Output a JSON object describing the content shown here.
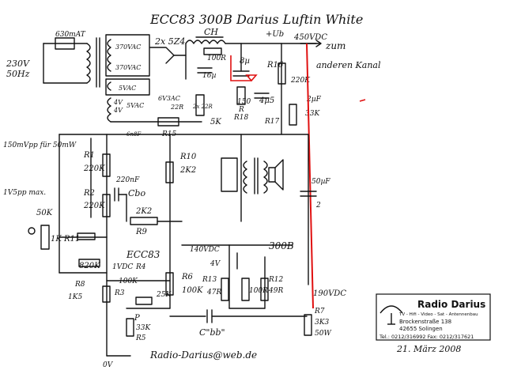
{
  "header": {
    "title": "ECC83  300B  Darius Luftin White"
  },
  "power": {
    "fuse": "630mAT",
    "mains_v": "230V",
    "mains_hz": "50Hz",
    "rectifier": "2x 5Z4",
    "choke": "CH",
    "tap_370a": "370VAC",
    "tap_370b": "370VAC",
    "tap_5v": "5VAC",
    "tap_4a": "4V",
    "tap_4b": "4V",
    "tap_5vac_b": "5VAC",
    "tap_6v3": "6V3AC",
    "r_22r": "22R",
    "r_2x22r": "2x 22R",
    "cap_68nf": "6n8F",
    "r_100r": "100R",
    "cap_16u": "16µ",
    "r_5k": "5K",
    "cap_8u": "8µ",
    "r_15": "R15",
    "r_150": "150",
    "r_150r": "R",
    "r_18": "R18",
    "cap_4u5": "4µ5",
    "r_16": "R16",
    "r_16_val": "220K",
    "cap_2uf": "2µF",
    "r_17": "R17",
    "r_17_val": "33K",
    "ub": "+Ub",
    "b_plus": "450VDC",
    "zum": "zum",
    "other_channel": "anderen Kanal"
  },
  "input": {
    "source_level": "150mVpp für 50mW",
    "source_level2": "1V5pp max.",
    "pot": "50K",
    "r11": "1K R11"
  },
  "first_stage": {
    "r1": "R1",
    "r1_val": "220K",
    "r2": "R2",
    "r2_val": "220K",
    "c_ln": "220nF",
    "cbo": "Cbo",
    "r9": "R9",
    "r9_val": "2K2",
    "r10": "R10",
    "r10_val": "2K2"
  },
  "driver": {
    "tube": "ECC83",
    "r820k": "820K",
    "r8": "R8",
    "v1": "1VDC",
    "r4": "R4",
    "r4_val": "100K",
    "r3": "R3",
    "r3_val": "1K5",
    "p": "P",
    "p_val": "25K",
    "r5": "R5",
    "r5_val": "33K",
    "ov": "0V",
    "r6": "R6",
    "r6_val": "100K",
    "c66": "C\"bb\"",
    "v140": "140VDC"
  },
  "output": {
    "tube": "300B",
    "heater": "4V",
    "r13": "R13",
    "r13_val": "47R",
    "r100": "100R",
    "r12": "R12",
    "r12_val": "49R",
    "cap_50uf": "50µF",
    "cap_2": "2",
    "v190": "190VDC",
    "r7": "R7",
    "r7_val": "3K3",
    "r7_w": "50W"
  },
  "footer": {
    "email": "Radio-Darius@web.de",
    "date": "21. März 2008"
  },
  "stamp": {
    "name": "Radio Darius",
    "line1": "TV - Hifi - Video - Sat - Antennenbau",
    "line2": "Brockenstraße 138",
    "line3": "42655 Solingen",
    "line4": "Tel.: 0212/316992  Fax: 0212/317621"
  },
  "colors": {
    "ink": "#111111",
    "marker": "#e01010",
    "paper": "#ffffff"
  }
}
